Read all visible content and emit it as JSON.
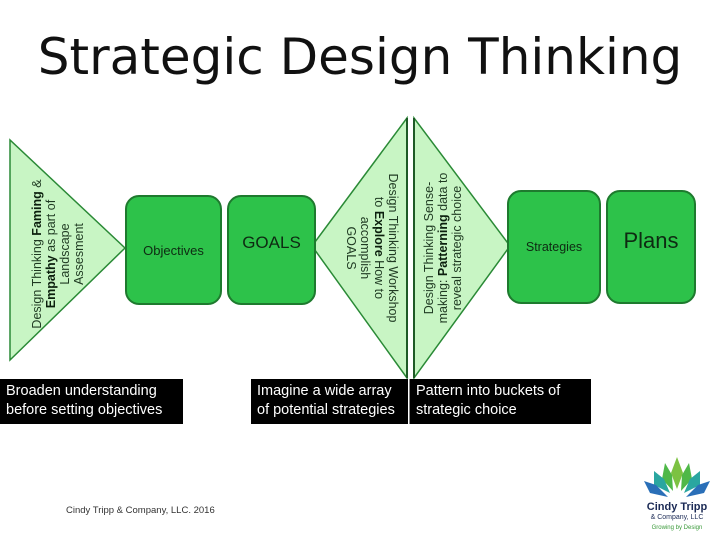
{
  "title": "Strategic Design Thinking",
  "triangle": {
    "line1_pre": "Design Thinking ",
    "line1_bold": "Faming",
    "line1_post": " &",
    "line2_bold": "Empathy",
    "line2_post": " as part of",
    "line3": "Landscape",
    "line4": "Assesment"
  },
  "boxes": {
    "objectives": "Objectives",
    "goals": "GOALS",
    "strategies": "Strategies",
    "plans": "Plans"
  },
  "diamond_left": {
    "line1": "Design Thinking Workshop",
    "line2_pre": "to ",
    "line2_bold": "Explore",
    "line2_post": " How to",
    "line3": "accomplish",
    "line4": "GOALS"
  },
  "diamond_right": {
    "line1": "Design Thinking Sense-",
    "line2_pre": "making: ",
    "line2_bold": "Patterning",
    "line2_post": " data to",
    "line3": "reveal strategic choice"
  },
  "captions": {
    "broaden": {
      "line1": "Broaden understanding",
      "line2": "before setting objectives"
    },
    "imagine": {
      "line1": "Imagine a wide array",
      "line2": "of potential strategies"
    },
    "pattern": {
      "line1": "Pattern into buckets of",
      "line2": "strategic choice"
    }
  },
  "footer": "Cindy Tripp & Company, LLC. 2016",
  "logo": {
    "name": "Cindy Tripp",
    "company": "& Company, LLC",
    "tagline": "Growing by Design"
  },
  "colors": {
    "box_fill": "#2dc24a",
    "box_border": "#1e7a2e",
    "light_fill": "#c8f5c4",
    "light_border": "#2a8a36",
    "caption_bg": "#000000"
  }
}
